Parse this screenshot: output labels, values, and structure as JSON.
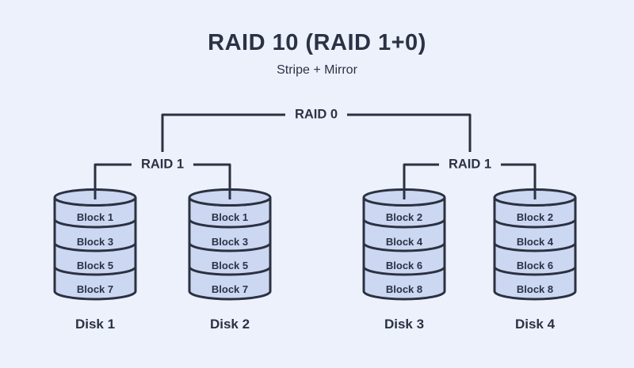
{
  "title": "RAID 10 (RAID 1+0)",
  "subtitle": "Stripe + Mirror",
  "tree": {
    "root_label": "RAID 0",
    "left_group_label": "RAID 1",
    "right_group_label": "RAID 1"
  },
  "disks": [
    {
      "label": "Disk 1",
      "blocks": [
        "Block 1",
        "Block 3",
        "Block 5",
        "Block 7"
      ]
    },
    {
      "label": "Disk 2",
      "blocks": [
        "Block 1",
        "Block 3",
        "Block 5",
        "Block 7"
      ]
    },
    {
      "label": "Disk 3",
      "blocks": [
        "Block 2",
        "Block 4",
        "Block 6",
        "Block 8"
      ]
    },
    {
      "label": "Disk 4",
      "blocks": [
        "Block 2",
        "Block 4",
        "Block 6",
        "Block 8"
      ]
    }
  ],
  "colors": {
    "background": "#edf1fc",
    "cylinder_fill": "#ccd7f2",
    "stroke": "#2b3140",
    "text": "#2b3245"
  }
}
